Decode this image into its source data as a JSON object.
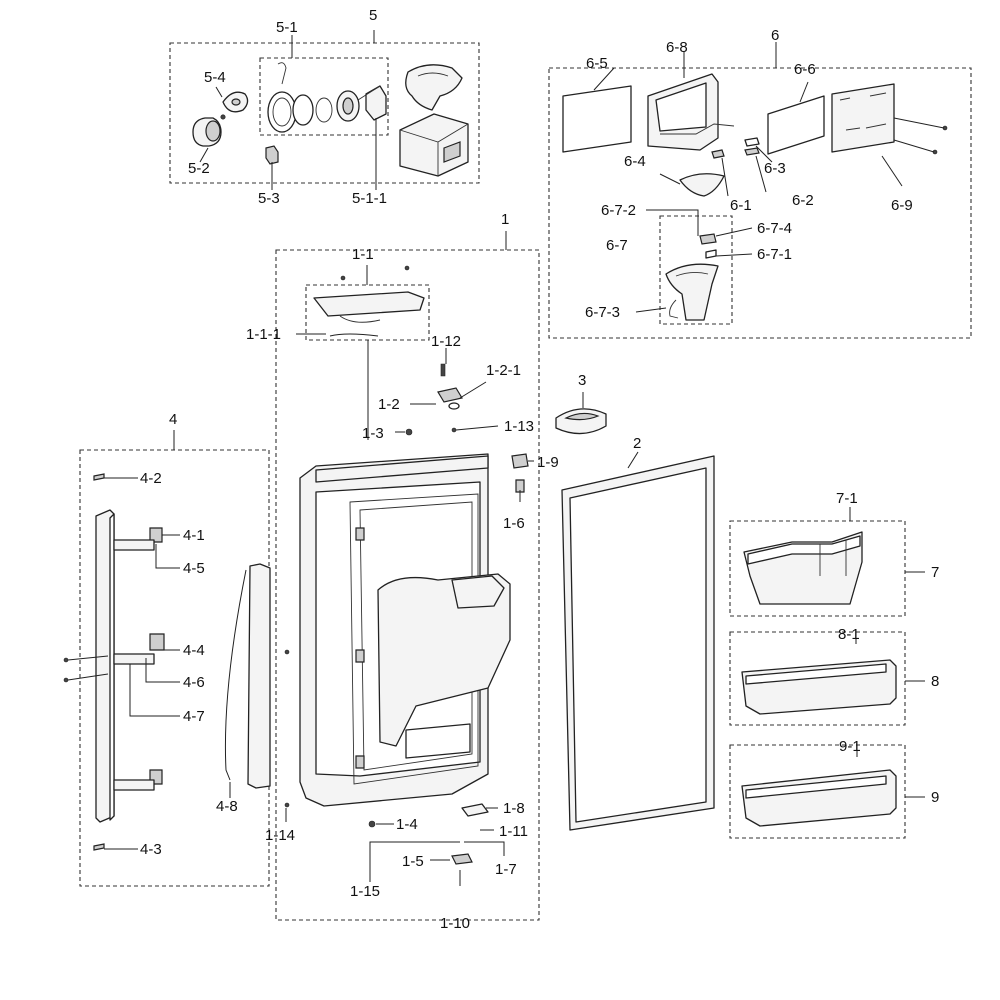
{
  "labels": {
    "g5": "5",
    "p5_1": "5-1",
    "p5_4": "5-4",
    "p5_2": "5-2",
    "p5_3": "5-3",
    "p5_1_1": "5-1-1",
    "g6": "6",
    "p6_5": "6-5",
    "p6_8": "6-8",
    "p6_6": "6-6",
    "p6_3": "6-3",
    "p6_4": "6-4",
    "p6_1": "6-1",
    "p6_2": "6-2",
    "p6_9": "6-9",
    "p6_7_2": "6-7-2",
    "p6_7_4": "6-7-4",
    "p6_7": "6-7",
    "p6_7_1": "6-7-1",
    "p6_7_3": "6-7-3",
    "g1": "1",
    "p1_1": "1-1",
    "p1_1_1": "1-1-1",
    "p1_12": "1-12",
    "p1_2_1": "1-2-1",
    "p1_2": "1-2",
    "p1_3": "1-3",
    "p1_13": "1-13",
    "p1_9": "1-9",
    "p1_6": "1-6",
    "p1_8": "1-8",
    "p1_4": "1-4",
    "p1_11": "1-11",
    "p1_14": "1-14",
    "p1_5": "1-5",
    "p1_7": "1-7",
    "p1_15": "1-15",
    "p1_10": "1-10",
    "g2": "2",
    "g3": "3",
    "g4": "4",
    "p4_2": "4-2",
    "p4_1": "4-1",
    "p4_5": "4-5",
    "p4_4": "4-4",
    "p4_6": "4-6",
    "p4_7": "4-7",
    "p4_8": "4-8",
    "p4_3": "4-3",
    "g7": "7",
    "p7_1": "7-1",
    "g8": "8",
    "p8_1": "8-1",
    "g9": "9",
    "p9_1": "9-1"
  }
}
